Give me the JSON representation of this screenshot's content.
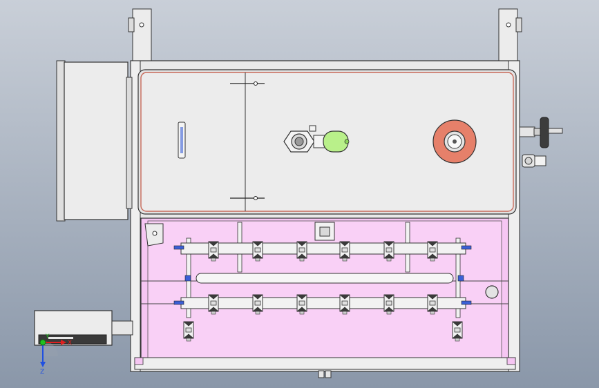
{
  "viewport": {
    "background_top": "#c9cfd8",
    "background_bottom": "#8a97a9"
  },
  "colors": {
    "body_fill": "#e9e9e9",
    "panel_fill": "#efefef",
    "lower_chamber_fill": "#f6c6f3",
    "edge": "#3a3a3a",
    "lid_border": "#c86a5a",
    "flange_orange": "#e6806a",
    "motor_green": "#b9f08a",
    "pipe_fill": "#f2f2f2",
    "clamp_dark": "#3a3a3a",
    "valve_blue": "#3b5fd6"
  },
  "triad": {
    "x_label": "X",
    "y_label": "Y",
    "z_label": "Z",
    "x_color": "#e02020",
    "y_color": "#20c020",
    "z_color": "#2050e0"
  },
  "icons": {
    "lid_handle": "lid-handle-icon",
    "rotary_valve": "rotary-valve-icon",
    "viewport_flange": "viewport-flange-icon",
    "handwheel": "handwheel-icon"
  }
}
